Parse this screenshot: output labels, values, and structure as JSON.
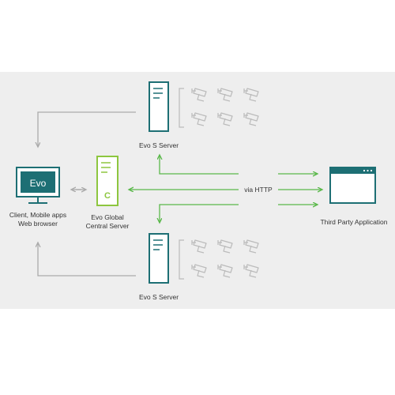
{
  "client": {
    "monitor_text": "Evo",
    "label_line1": "Client, Mobile apps",
    "label_line2": "Web browser"
  },
  "central_server": {
    "letter": "C",
    "label_line1": "Evo Global",
    "label_line2": "Central Server"
  },
  "s_server_top": {
    "label": "Evo S Server"
  },
  "s_server_bottom": {
    "label": "Evo S Server"
  },
  "connection": {
    "label": "via HTTP"
  },
  "third_party": {
    "label": "Third Party Application"
  },
  "colors": {
    "background_panel": "#eeeeee",
    "teal": "#1d6f74",
    "green": "#5ab84a",
    "lime": "#8dc63f",
    "gray": "#aaaaaa",
    "camera": "#bbbbbb"
  }
}
